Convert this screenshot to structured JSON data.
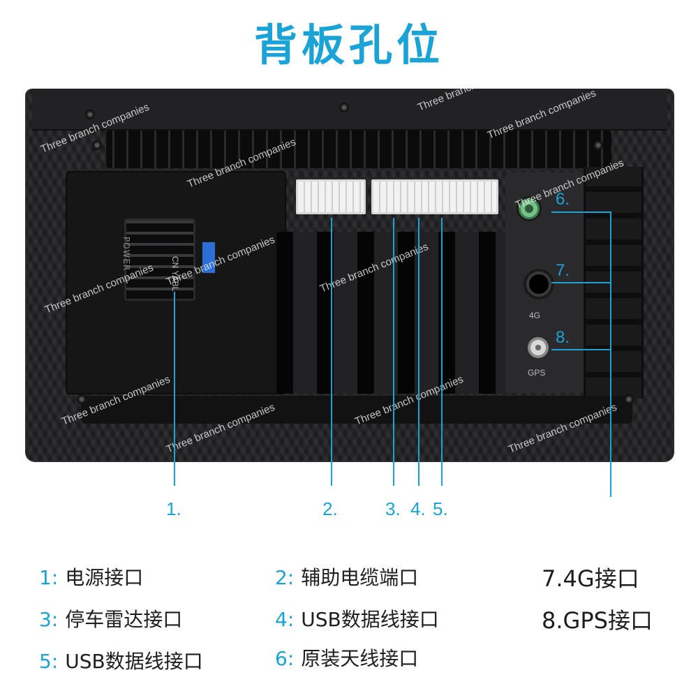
{
  "title": "背板孔位",
  "watermark": "Three branch companies",
  "panel_labels": {
    "power": "POWER",
    "cn": "CN YABL",
    "four_g": "4G",
    "gps": "GPS"
  },
  "inline_markers": [
    "6.",
    "7.",
    "8."
  ],
  "bottom_markers": [
    "1.",
    "2.",
    "3.",
    "4.",
    "5."
  ],
  "legend": [
    {
      "num": "1:",
      "text": "电源接口"
    },
    {
      "num": "2:",
      "text": "辅助电缆端口"
    },
    {
      "num": "",
      "text": "7.4G接口"
    },
    {
      "num": "3:",
      "text": "停车雷达接口"
    },
    {
      "num": "4:",
      "text": "USB数据线接口"
    },
    {
      "num": "",
      "text": "8.GPS接口"
    },
    {
      "num": "5:",
      "text": "USB数据线接口"
    },
    {
      "num": "6:",
      "text": "原装天线接口"
    }
  ],
  "colors": {
    "accent": "#1aa3d6",
    "text": "#1e1e1e"
  }
}
